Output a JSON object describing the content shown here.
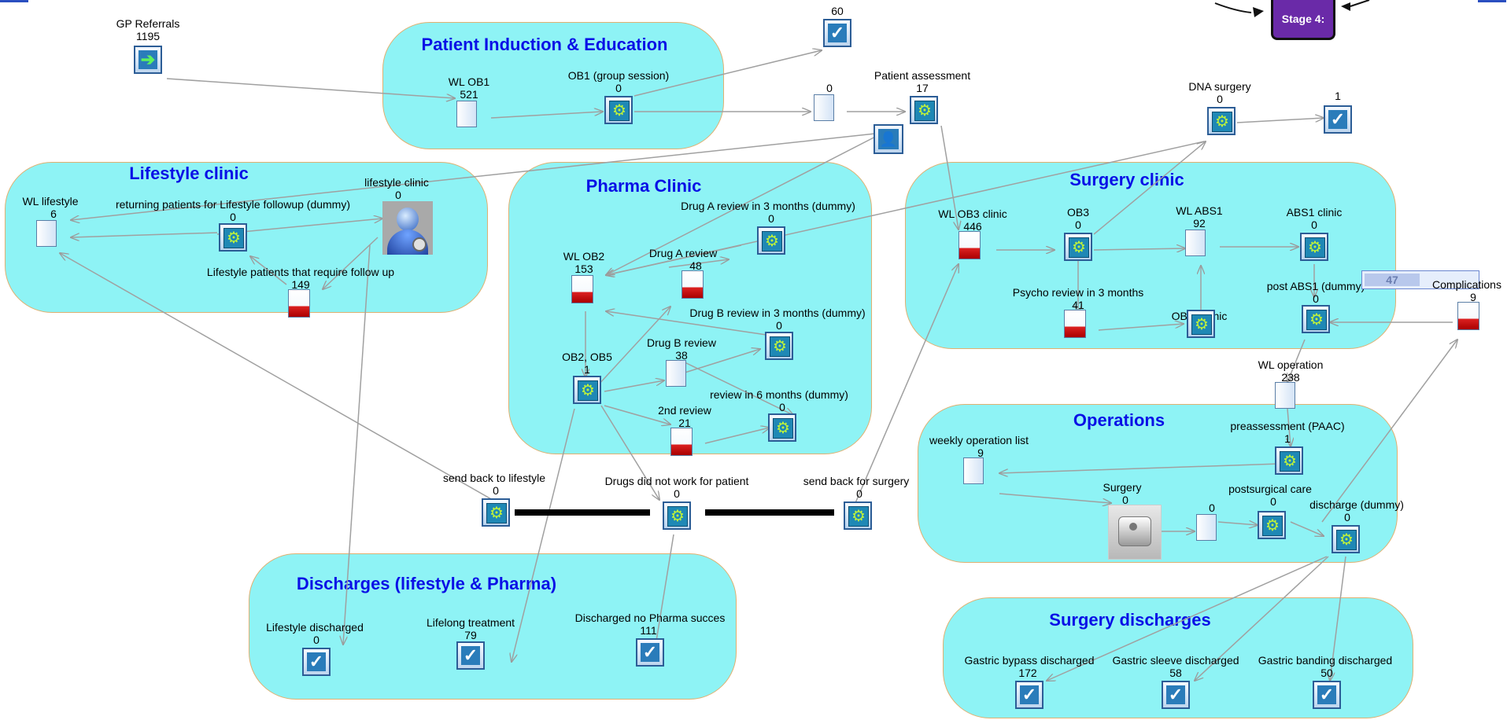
{
  "stage_label": "Stage 4:",
  "complications_counter": "47",
  "zones": {
    "induction": "Patient Induction & Education",
    "lifestyle": "Lifestyle clinic",
    "pharma": "Pharma Clinic",
    "surgery": "Surgery clinic",
    "operations": "Operations",
    "discharges": "Discharges   (lifestyle & Pharma)",
    "surgery_discharges": "Surgery discharges"
  },
  "nodes": {
    "gp_referrals": {
      "name": "GP Referrals",
      "count": "1195"
    },
    "wl_ob1": {
      "name": "WL OB1",
      "count": "521"
    },
    "ob1": {
      "name": "OB1 (group session)",
      "count": "0"
    },
    "exit_60": {
      "count": "60"
    },
    "queue_0": {
      "count": "0"
    },
    "patient_assessment": {
      "name": "Patient assessment",
      "count": "17"
    },
    "dna_surgery": {
      "name": "DNA surgery",
      "count": "0"
    },
    "exit_1": {
      "count": "1"
    },
    "wl_lifestyle": {
      "name": "WL lifestyle",
      "count": "6"
    },
    "returning_patients": {
      "name": "returning patients for Lifestyle followup (dummy)",
      "count": "0"
    },
    "lifestyle_clinic": {
      "name": "lifestyle clinic",
      "count": "0"
    },
    "lifestyle_followup": {
      "name": "Lifestyle patients that require follow up",
      "count": "149"
    },
    "drug_a_3m": {
      "name": "Drug A review in 3 months (dummy)",
      "count": "0"
    },
    "wl_ob2": {
      "name": "WL OB2",
      "count": "153"
    },
    "drug_a_review": {
      "name": "Drug A review",
      "count": "48"
    },
    "drug_b_3m": {
      "name": "Drug B review in 3 months (dummy)",
      "count": "0"
    },
    "ob2_ob5": {
      "name": "OB2, OB5",
      "count": "1"
    },
    "drug_b_review": {
      "name": "Drug B review",
      "count": "38"
    },
    "review_6m": {
      "name": "review in 6 months (dummy)",
      "count": "0"
    },
    "second_review": {
      "name": "2nd review",
      "count": "21"
    },
    "wl_ob3": {
      "name": "WL OB3 clinic",
      "count": "446"
    },
    "ob3": {
      "name": "OB3",
      "count": "0"
    },
    "wl_abs1": {
      "name": "WL ABS1",
      "count": "92"
    },
    "abs1_clinic": {
      "name": "ABS1 clinic",
      "count": "0"
    },
    "psycho_review": {
      "name": "Psycho review in 3 months",
      "count": "41"
    },
    "ob3b": {
      "name": "OB3b clinic",
      "count": "0"
    },
    "post_abs1": {
      "name": "post ABS1 (dummy)",
      "count": "0"
    },
    "complications": {
      "name": "Complications",
      "count": "9"
    },
    "wl_operation": {
      "name": "WL operation",
      "count": "238"
    },
    "preassessment": {
      "name": "preassessment (PAAC)",
      "count": "1"
    },
    "weekly_op_list": {
      "name": "weekly operation list",
      "count": "9"
    },
    "surgery": {
      "name": "Surgery",
      "count": "0"
    },
    "queue_post": {
      "count": "0"
    },
    "postsurgical": {
      "name": "postsurgical care",
      "count": "0"
    },
    "discharge_dummy": {
      "name": "discharge (dummy)",
      "count": "0"
    },
    "send_back_lifestyle": {
      "name": "send back to lifestyle",
      "count": "0"
    },
    "drugs_not_work": {
      "name": "Drugs did not work for patient",
      "count": "0"
    },
    "send_back_surgery": {
      "name": "send back for surgery",
      "count": "0"
    },
    "lifestyle_discharged": {
      "name": "Lifestyle discharged",
      "count": "0"
    },
    "lifelong": {
      "name": "Lifelong treatment",
      "count": "79"
    },
    "no_pharma": {
      "name": "Discharged no Pharma succes",
      "count": "111"
    },
    "gastric_bypass": {
      "name": "Gastric bypass discharged",
      "count": "172"
    },
    "gastric_sleeve": {
      "name": "Gastric sleeve discharged",
      "count": "58"
    },
    "gastric_banding": {
      "name": "Gastric banding discharged",
      "count": "50"
    }
  }
}
